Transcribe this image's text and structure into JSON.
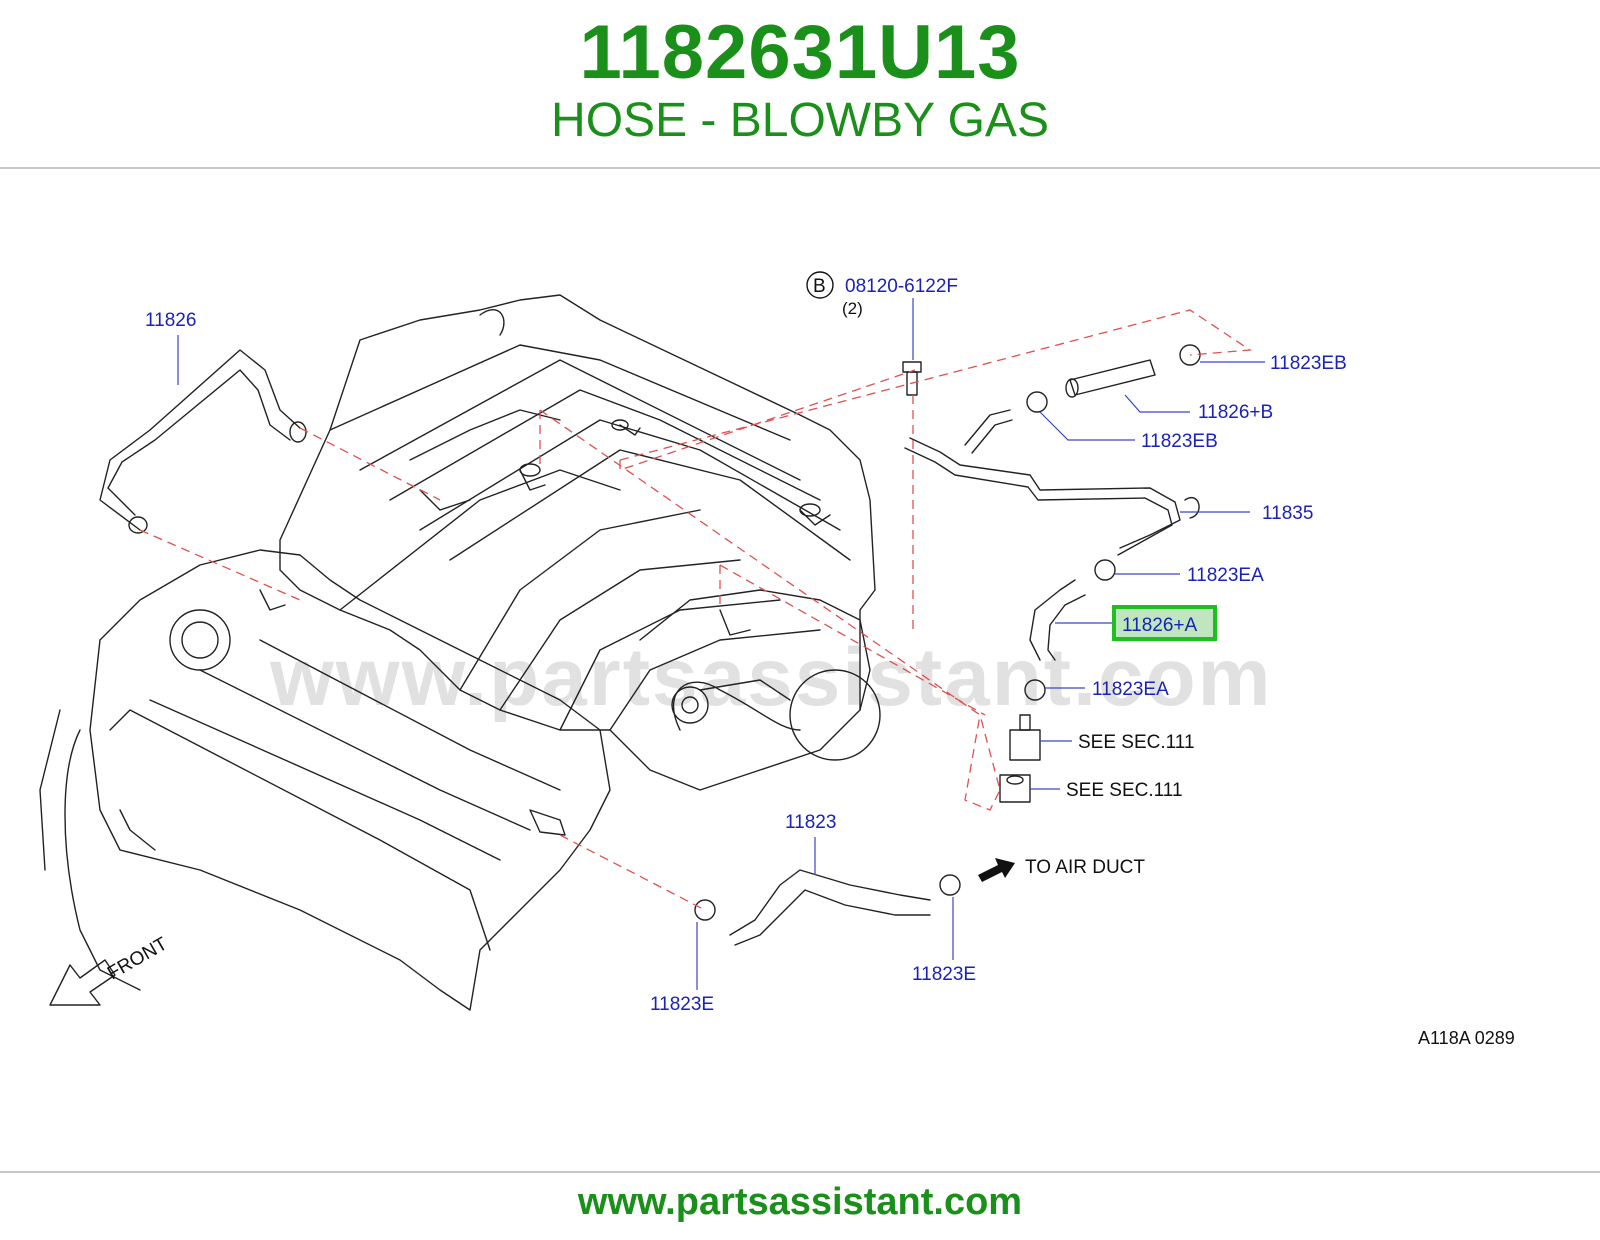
{
  "header": {
    "part_number": "1182631U13",
    "part_name": "HOSE - BLOWBY GAS"
  },
  "diagram": {
    "callouts": {
      "hose_11826": "11826",
      "bolt_circle": "B",
      "bolt_code": "08120-6122F",
      "bolt_qty": "(2)",
      "clamp_11823EB_top": "11823EB",
      "hose_11826B": "11826+B",
      "clamp_11823EB_mid": "11823EB",
      "tube_11835": "11835",
      "clamp_11823EA_top": "11823EA",
      "hose_11826A": "11826+A",
      "clamp_11823EA_bottom": "11823EA",
      "see_sec_1": "SEE   SEC.111",
      "see_sec_2": "SEE   SEC.111",
      "hose_11823": "11823",
      "to_air_duct": "TO   AIR   DUCT",
      "clamp_11823E_right": "11823E",
      "clamp_11823E_left": "11823E",
      "front": "FRONT",
      "diagram_code": "A118A   0289"
    },
    "highlighted_part": "11826+A",
    "watermark": "www.partsassistant.com",
    "colors": {
      "brand_green": "#1a8f1a",
      "callout_blue": "#1a22b8",
      "dash_red": "#e05050",
      "highlight_fill": "#bfe6bf"
    }
  },
  "footer": {
    "url": "www.partsassistant.com"
  }
}
